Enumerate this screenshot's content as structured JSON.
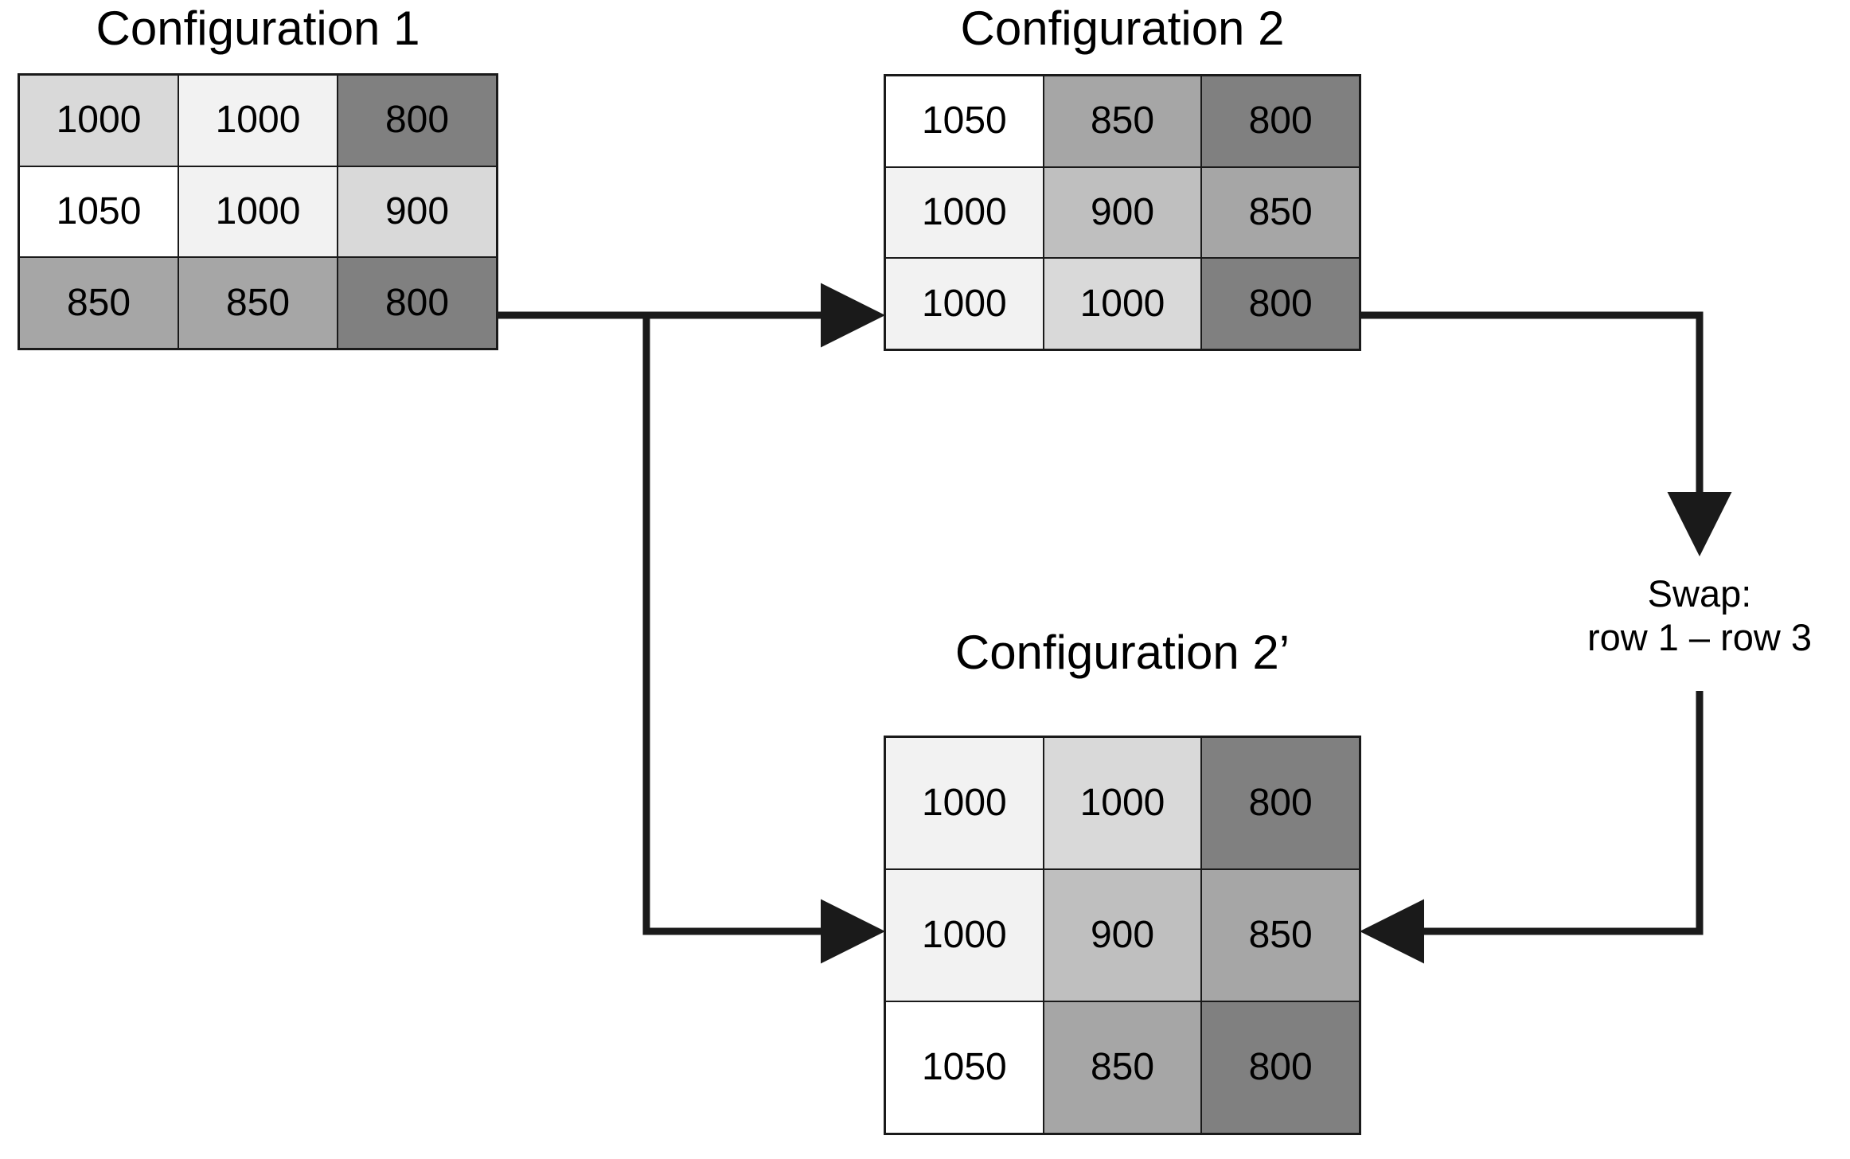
{
  "colors": {
    "background": "#ffffff",
    "line": "#1a1a1a",
    "text": "#000000",
    "shade_white": "#ffffff",
    "shade_lightest": "#f2f2f2",
    "shade_light": "#d9d9d9",
    "shade_mid": "#bfbfbf",
    "shade_dark": "#a6a6a6",
    "shade_darkest": "#808080"
  },
  "config1": {
    "title": "Configuration 1",
    "rows": [
      [
        {
          "value": "1000",
          "fill": "#d9d9d9"
        },
        {
          "value": "1000",
          "fill": "#f2f2f2"
        },
        {
          "value": "800",
          "fill": "#808080"
        }
      ],
      [
        {
          "value": "1050",
          "fill": "#ffffff"
        },
        {
          "value": "1000",
          "fill": "#f2f2f2"
        },
        {
          "value": "900",
          "fill": "#d9d9d9"
        }
      ],
      [
        {
          "value": "850",
          "fill": "#a6a6a6"
        },
        {
          "value": "850",
          "fill": "#a6a6a6"
        },
        {
          "value": "800",
          "fill": "#808080"
        }
      ]
    ]
  },
  "config2": {
    "title": "Configuration 2",
    "rows": [
      [
        {
          "value": "1050",
          "fill": "#ffffff"
        },
        {
          "value": "850",
          "fill": "#a6a6a6"
        },
        {
          "value": "800",
          "fill": "#808080"
        }
      ],
      [
        {
          "value": "1000",
          "fill": "#f2f2f2"
        },
        {
          "value": "900",
          "fill": "#bfbfbf"
        },
        {
          "value": "850",
          "fill": "#a6a6a6"
        }
      ],
      [
        {
          "value": "1000",
          "fill": "#f2f2f2"
        },
        {
          "value": "1000",
          "fill": "#d9d9d9"
        },
        {
          "value": "800",
          "fill": "#808080"
        }
      ]
    ]
  },
  "config2prime": {
    "title": "Configuration 2’",
    "rows": [
      [
        {
          "value": "1000",
          "fill": "#f2f2f2"
        },
        {
          "value": "1000",
          "fill": "#d9d9d9"
        },
        {
          "value": "800",
          "fill": "#808080"
        }
      ],
      [
        {
          "value": "1000",
          "fill": "#f2f2f2"
        },
        {
          "value": "900",
          "fill": "#bfbfbf"
        },
        {
          "value": "850",
          "fill": "#a6a6a6"
        }
      ],
      [
        {
          "value": "1050",
          "fill": "#ffffff"
        },
        {
          "value": "850",
          "fill": "#a6a6a6"
        },
        {
          "value": "800",
          "fill": "#808080"
        }
      ]
    ]
  },
  "swap": {
    "line1": "Swap:",
    "line2": "row 1 – row 3"
  },
  "chart_data": {
    "type": "table",
    "title": "Configuration swap diagram",
    "tables": [
      {
        "name": "Configuration 1",
        "values": [
          [
            1000,
            1000,
            800
          ],
          [
            1050,
            1000,
            900
          ],
          [
            850,
            850,
            800
          ]
        ]
      },
      {
        "name": "Configuration 2",
        "values": [
          [
            1050,
            850,
            800
          ],
          [
            1000,
            900,
            850
          ],
          [
            1000,
            1000,
            800
          ]
        ]
      },
      {
        "name": "Configuration 2’",
        "values": [
          [
            1000,
            1000,
            800
          ],
          [
            1000,
            900,
            850
          ],
          [
            1050,
            850,
            800
          ]
        ]
      }
    ],
    "annotations": [
      "Swap: row 1 – row 3"
    ],
    "flow": [
      "Configuration 1 -> Configuration 2",
      "Configuration 1 -> Configuration 2’",
      "Configuration 2 -> Swap: row 1 – row 3 -> Configuration 2’"
    ]
  }
}
